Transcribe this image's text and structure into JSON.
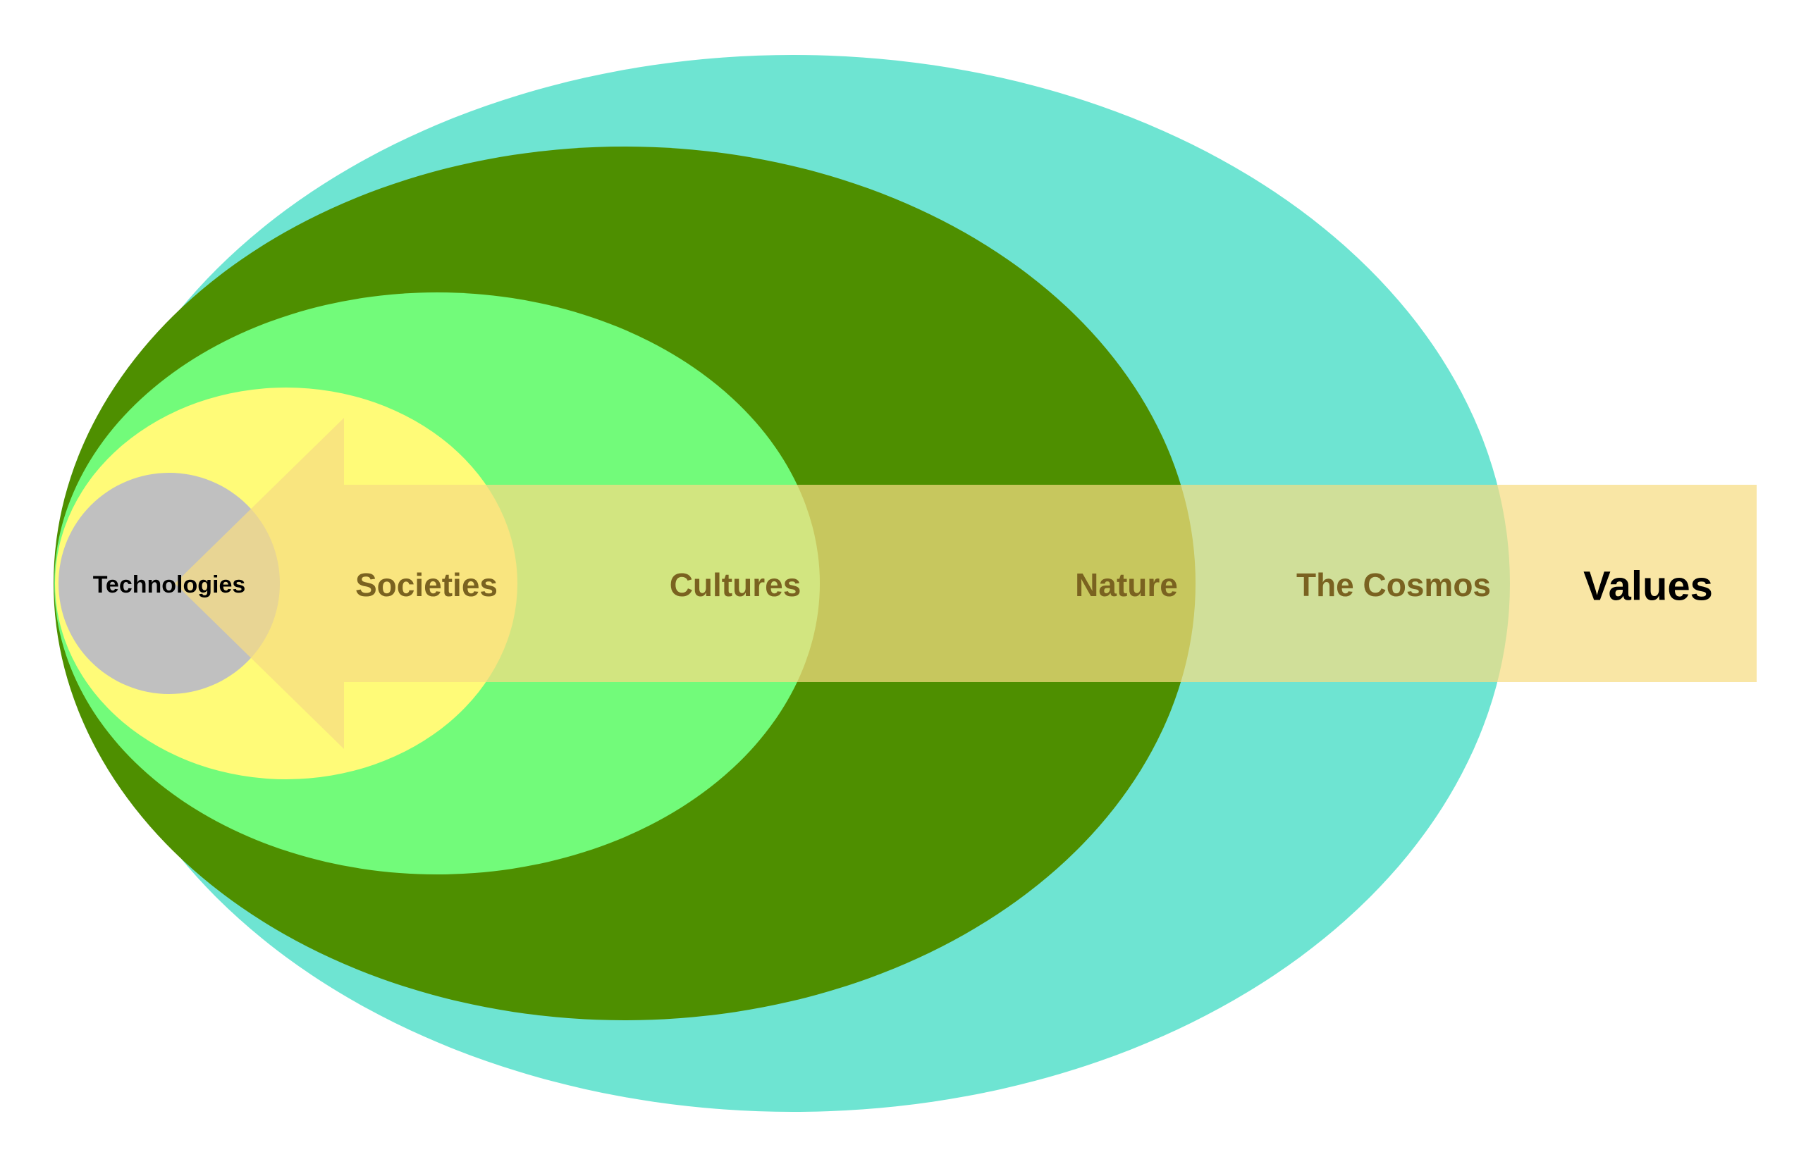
{
  "diagram": {
    "labels": {
      "technologies": "Technologies",
      "societies": "Societies",
      "cultures": "Cultures",
      "nature": "Nature",
      "cosmos": "The Cosmos",
      "values": "Values"
    },
    "colors": {
      "background": "#ffffff",
      "cosmos": "#6ee4d2",
      "nature": "#4e8f00",
      "cultures": "#72fb7a",
      "societies": "#fffb78",
      "technologies": "#c0c0c0",
      "values_arrow": "#f7dc82",
      "layer_label_text": "#7a6220",
      "emphasis_label_text": "#000000"
    }
  }
}
